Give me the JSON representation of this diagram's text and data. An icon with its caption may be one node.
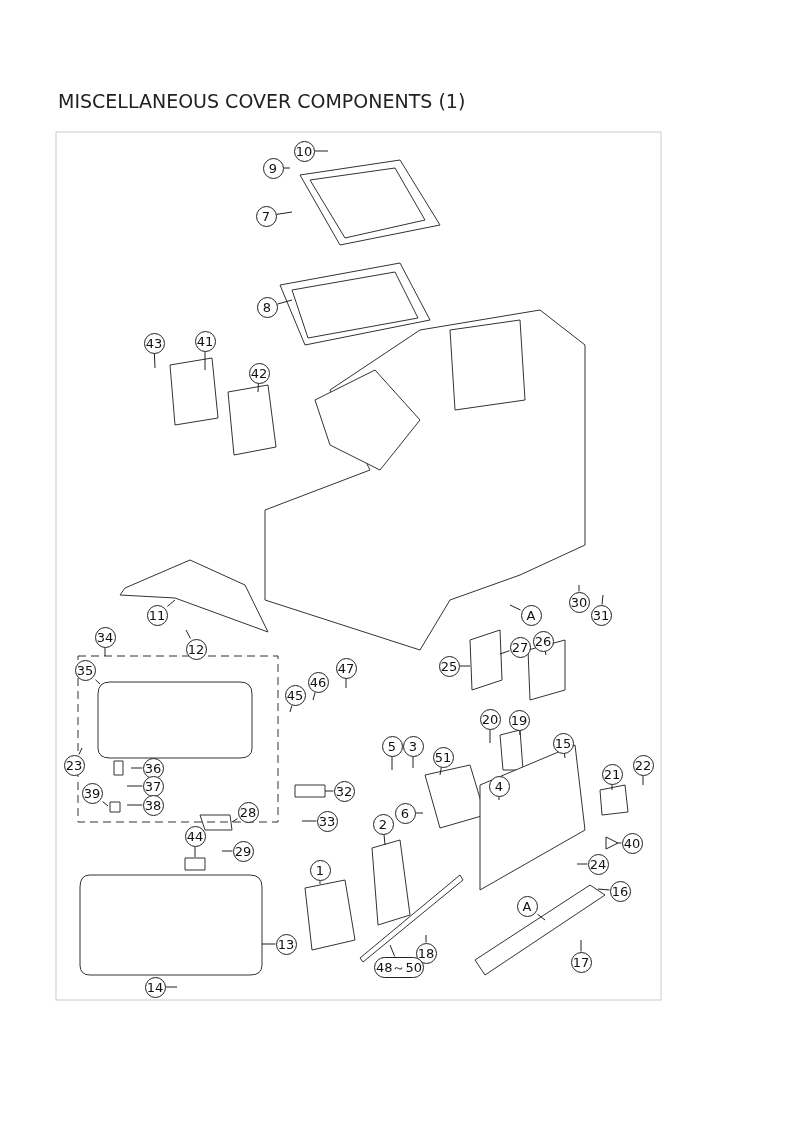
{
  "diagram": {
    "title": "MISCELLANEOUS COVER COMPONENTS (1)",
    "nodes": [
      {
        "text": [
          "10"
        ]
      },
      {
        "text": [
          "9"
        ]
      },
      {
        "text": [
          "7"
        ]
      },
      {
        "text": [
          "8"
        ]
      },
      {
        "text": [
          "43"
        ]
      },
      {
        "text": [
          "41"
        ]
      },
      {
        "text": [
          "42"
        ]
      },
      {
        "text": [
          "11"
        ]
      },
      {
        "text": [
          "12"
        ]
      },
      {
        "text": [
          "A"
        ]
      },
      {
        "text": [
          "30"
        ]
      },
      {
        "text": [
          "31"
        ]
      },
      {
        "text": [
          "34"
        ]
      },
      {
        "text": [
          "35"
        ]
      },
      {
        "text": [
          "26"
        ]
      },
      {
        "text": [
          "27"
        ]
      },
      {
        "text": [
          "25"
        ]
      },
      {
        "text": [
          "47"
        ]
      },
      {
        "text": [
          "46"
        ]
      },
      {
        "text": [
          "45"
        ]
      },
      {
        "text": [
          "20"
        ]
      },
      {
        "text": [
          "19"
        ]
      },
      {
        "text": [
          "15"
        ]
      },
      {
        "text": [
          "5"
        ]
      },
      {
        "text": [
          "3"
        ]
      },
      {
        "text": [
          "51"
        ]
      },
      {
        "text": [
          "23"
        ]
      },
      {
        "text": [
          "36"
        ]
      },
      {
        "text": [
          "37"
        ]
      },
      {
        "text": [
          "39"
        ]
      },
      {
        "text": [
          "38"
        ]
      },
      {
        "text": [
          "32"
        ]
      },
      {
        "text": [
          "21"
        ]
      },
      {
        "text": [
          "22"
        ]
      },
      {
        "text": [
          "4"
        ]
      },
      {
        "text": [
          "6"
        ]
      },
      {
        "text": [
          "28"
        ]
      },
      {
        "text": [
          "33"
        ]
      },
      {
        "text": [
          "40"
        ]
      },
      {
        "text": [
          "29"
        ]
      },
      {
        "text": [
          "2"
        ]
      },
      {
        "text": [
          "44"
        ]
      },
      {
        "text": [
          "24"
        ]
      },
      {
        "text": [
          "1"
        ]
      },
      {
        "text": [
          "16"
        ]
      },
      {
        "text": [
          "A"
        ]
      },
      {
        "text": [
          "13"
        ]
      },
      {
        "text": [
          "18"
        ]
      },
      {
        "text": [
          "17"
        ]
      },
      {
        "text": [
          "48～50"
        ]
      },
      {
        "text": [
          "14"
        ]
      }
    ],
    "edges": [
      {
        "from": 0,
        "to": null,
        "arrow": "none"
      },
      {
        "from": 1,
        "to": null,
        "arrow": "none"
      },
      {
        "from": 2,
        "to": null,
        "arrow": "none"
      },
      {
        "from": 3,
        "to": null,
        "arrow": "none"
      },
      {
        "from": 4,
        "to": null,
        "arrow": "none"
      },
      {
        "from": 5,
        "to": null,
        "arrow": "none"
      },
      {
        "from": 6,
        "to": null,
        "arrow": "none"
      },
      {
        "from": 7,
        "to": null,
        "arrow": "none"
      },
      {
        "from": 8,
        "to": null,
        "arrow": "none"
      },
      {
        "from": 9,
        "to": null,
        "arrow": "none"
      },
      {
        "from": 10,
        "to": null,
        "arrow": "none"
      },
      {
        "from": 11,
        "to": null,
        "arrow": "none"
      },
      {
        "from": 12,
        "to": null,
        "arrow": "none"
      },
      {
        "from": 13,
        "to": null,
        "arrow": "none"
      },
      {
        "from": 14,
        "to": null,
        "arrow": "none"
      },
      {
        "from": 15,
        "to": null,
        "arrow": "none"
      },
      {
        "from": 16,
        "to": null,
        "arrow": "none"
      },
      {
        "from": 17,
        "to": null,
        "arrow": "none"
      },
      {
        "from": 18,
        "to": null,
        "arrow": "none"
      },
      {
        "from": 19,
        "to": null,
        "arrow": "none"
      },
      {
        "from": 20,
        "to": null,
        "arrow": "none"
      },
      {
        "from": 21,
        "to": null,
        "arrow": "none"
      },
      {
        "from": 22,
        "to": null,
        "arrow": "none"
      },
      {
        "from": 23,
        "to": null,
        "arrow": "none"
      },
      {
        "from": 24,
        "to": null,
        "arrow": "none"
      },
      {
        "from": 25,
        "to": null,
        "arrow": "none"
      },
      {
        "from": 26,
        "to": null,
        "arrow": "none"
      },
      {
        "from": 27,
        "to": null,
        "arrow": "none"
      },
      {
        "from": 28,
        "to": null,
        "arrow": "none"
      },
      {
        "from": 29,
        "to": null,
        "arrow": "none"
      },
      {
        "from": 30,
        "to": null,
        "arrow": "none"
      },
      {
        "from": 31,
        "to": null,
        "arrow": "none"
      },
      {
        "from": 32,
        "to": null,
        "arrow": "none"
      },
      {
        "from": 33,
        "to": null,
        "arrow": "none"
      },
      {
        "from": 34,
        "to": null,
        "arrow": "none"
      },
      {
        "from": 35,
        "to": null,
        "arrow": "none"
      },
      {
        "from": 36,
        "to": null,
        "arrow": "none"
      },
      {
        "from": 37,
        "to": null,
        "arrow": "none"
      },
      {
        "from": 38,
        "to": null,
        "arrow": "other"
      },
      {
        "from": 39,
        "to": null,
        "arrow": "none"
      },
      {
        "from": 40,
        "to": null,
        "arrow": "none"
      },
      {
        "from": 41,
        "to": null,
        "arrow": "none"
      },
      {
        "from": 42,
        "to": null,
        "arrow": "none"
      },
      {
        "from": 43,
        "to": null,
        "arrow": "none"
      },
      {
        "from": 44,
        "to": null,
        "arrow": "none"
      },
      {
        "from": 45,
        "to": null,
        "arrow": "none"
      },
      {
        "from": 46,
        "to": null,
        "arrow": "none"
      },
      {
        "from": 47,
        "to": null,
        "arrow": "none"
      },
      {
        "from": 48,
        "to": null,
        "arrow": "none"
      },
      {
        "from": 49,
        "to": null,
        "arrow": "none"
      },
      {
        "from": 50,
        "to": null,
        "arrow": "none"
      }
    ]
  }
}
